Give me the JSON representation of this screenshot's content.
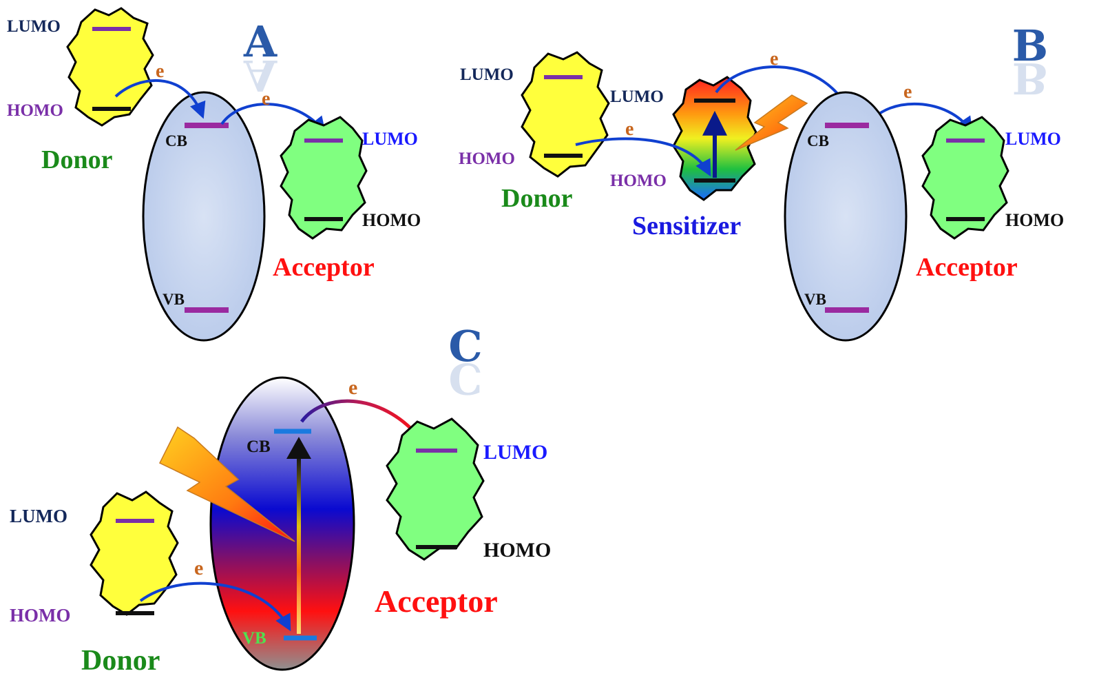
{
  "panels": {
    "A": {
      "letter": "A",
      "donor": {
        "label": "Donor",
        "lumo": "LUMO",
        "homo": "HOMO"
      },
      "semiconductor": {
        "cb": "CB",
        "vb": "VB"
      },
      "acceptor": {
        "label": "Acceptor",
        "lumo": "LUMO",
        "homo": "HOMO"
      },
      "electron": "e"
    },
    "B": {
      "letter": "B",
      "donor": {
        "label": "Donor",
        "lumo": "LUMO",
        "homo": "HOMO"
      },
      "sensitizer": {
        "label": "Sensitizer",
        "lumo": "LUMO",
        "homo": "HOMO"
      },
      "semiconductor": {
        "cb": "CB",
        "vb": "VB"
      },
      "acceptor": {
        "label": "Acceptor",
        "lumo": "LUMO",
        "homo": "HOMO"
      },
      "electron": "e"
    },
    "C": {
      "letter": "C",
      "donor": {
        "label": "Donor",
        "lumo": "LUMO",
        "homo": "HOMO"
      },
      "semiconductor": {
        "cb": "CB",
        "vb": "VB"
      },
      "acceptor": {
        "label": "Acceptor",
        "lumo": "LUMO",
        "homo": "HOMO"
      },
      "electron": "e"
    }
  },
  "colors": {
    "donor_fill": "#ffff3c",
    "acceptor_fill": "#80ff80",
    "donor_text": "#1a8a1a",
    "acceptor_text": "#ff1010",
    "sensitizer_text": "#1a1ae0",
    "lumo_dark": "#14285a",
    "homo_purple": "#7a2fa8",
    "lumo_blue": "#1a1aff",
    "electron_text": "#c8661e",
    "arrow_blue": "#1040d0",
    "level_purple": "#9a2aa0",
    "letter_blue": "#2a5aa8"
  }
}
